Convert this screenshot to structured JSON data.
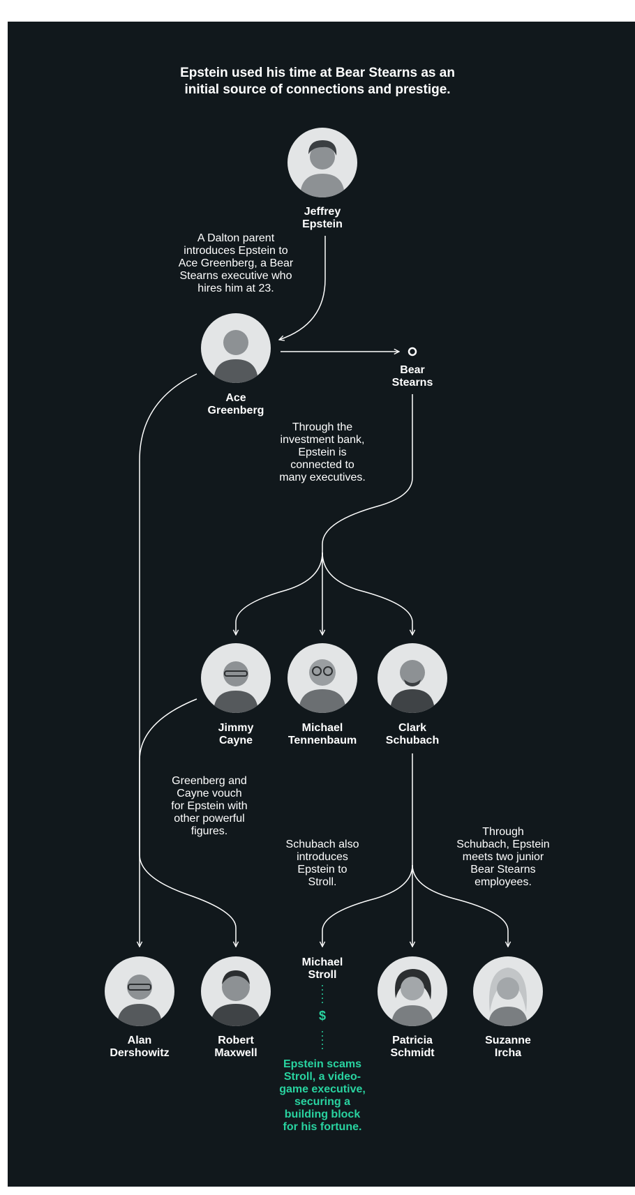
{
  "title": {
    "line1": "Epstein used his time at Bear Stearns as an",
    "line2": "initial source of connections and prestige."
  },
  "colors": {
    "background": "#11181c",
    "text": "#ffffff",
    "accent_green": "#29d3a0",
    "photo_bg": "#e3e5e6"
  },
  "people": {
    "jeffrey_epstein": {
      "line1": "Jeffrey",
      "line2": "Epstein"
    },
    "ace_greenberg": {
      "line1": "Ace",
      "line2": "Greenberg"
    },
    "jimmy_cayne": {
      "line1": "Jimmy",
      "line2": "Cayne"
    },
    "michael_tennenbaum": {
      "line1": "Michael",
      "line2": "Tennenbaum"
    },
    "clark_schubach": {
      "line1": "Clark",
      "line2": "Schubach"
    },
    "alan_dershowitz": {
      "line1": "Alan",
      "line2": "Dershowitz"
    },
    "robert_maxwell": {
      "line1": "Robert",
      "line2": "Maxwell"
    },
    "michael_stroll": {
      "line1": "Michael",
      "line2": "Stroll"
    },
    "patricia_schmidt": {
      "line1": "Patricia",
      "line2": "Schmidt"
    },
    "suzanne_ircha": {
      "line1": "Suzanne",
      "line2": "Ircha"
    }
  },
  "organizations": {
    "bear_stearns": {
      "line1": "Bear",
      "line2": "Stearns"
    }
  },
  "notes": {
    "dalton": [
      "A Dalton parent",
      "introduces Epstein to",
      "Ace Greenberg, a Bear",
      "Stearns executive who",
      "hires him at 23."
    ],
    "investment_bank": [
      "Through the",
      "investment bank,",
      "Epstein is",
      "connected to",
      "many executives."
    ],
    "vouch": [
      "Greenberg and",
      "Cayne vouch",
      "for Epstein with",
      "other powerful",
      "figures."
    ],
    "schubach_stroll": [
      "Schubach also",
      "introduces",
      "Epstein to",
      "Stroll."
    ],
    "junior_employees": [
      "Through",
      "Schubach, Epstein",
      "meets two junior",
      "Bear Stearns",
      "employees."
    ],
    "scam": [
      "Epstein scams",
      "Stroll, a video-",
      "game executive,",
      "securing a",
      "building block",
      "for his fortune."
    ]
  },
  "dollar_symbol": "$",
  "icons": {
    "photo_placeholder": "person-photo-icon",
    "org_marker": "ring-icon"
  }
}
